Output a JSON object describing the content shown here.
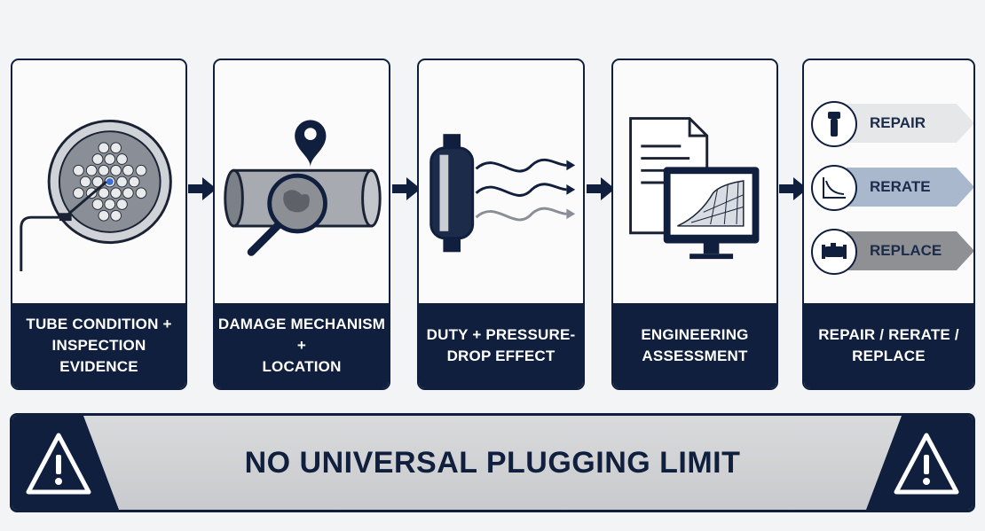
{
  "steps": [
    {
      "icon": "tube-sheet-probe-icon",
      "line1": "TUBE CONDITION +",
      "line2": "INSPECTION EVIDENCE"
    },
    {
      "icon": "magnifier-pipe-icon",
      "line1": "DAMAGE MECHANISM +",
      "line2": "LOCATION"
    },
    {
      "icon": "exchanger-flow-icon",
      "line1": "DUTY + PRESSURE-",
      "line2": "DROP EFFECT"
    },
    {
      "icon": "document-monitor-icon",
      "line1": "ENGINEERING",
      "line2": "ASSESSMENT"
    },
    {
      "icon": "options-icon",
      "line1": "REPAIR / RERATE /",
      "line2": "REPLACE"
    }
  ],
  "options": [
    {
      "label": "REPAIR",
      "icon": "plug-icon",
      "color": "#e6e7e9"
    },
    {
      "label": "RERATE",
      "icon": "declining-curve-icon",
      "color": "#a9b8cc"
    },
    {
      "label": "REPLACE",
      "icon": "exchanger-icon",
      "color": "#8e9094"
    }
  ],
  "banner": {
    "title": "NO UNIVERSAL PLUGGING LIMIT"
  },
  "colors": {
    "navy": "#0f1f3d",
    "banner_bg": "#d0d1d4"
  }
}
